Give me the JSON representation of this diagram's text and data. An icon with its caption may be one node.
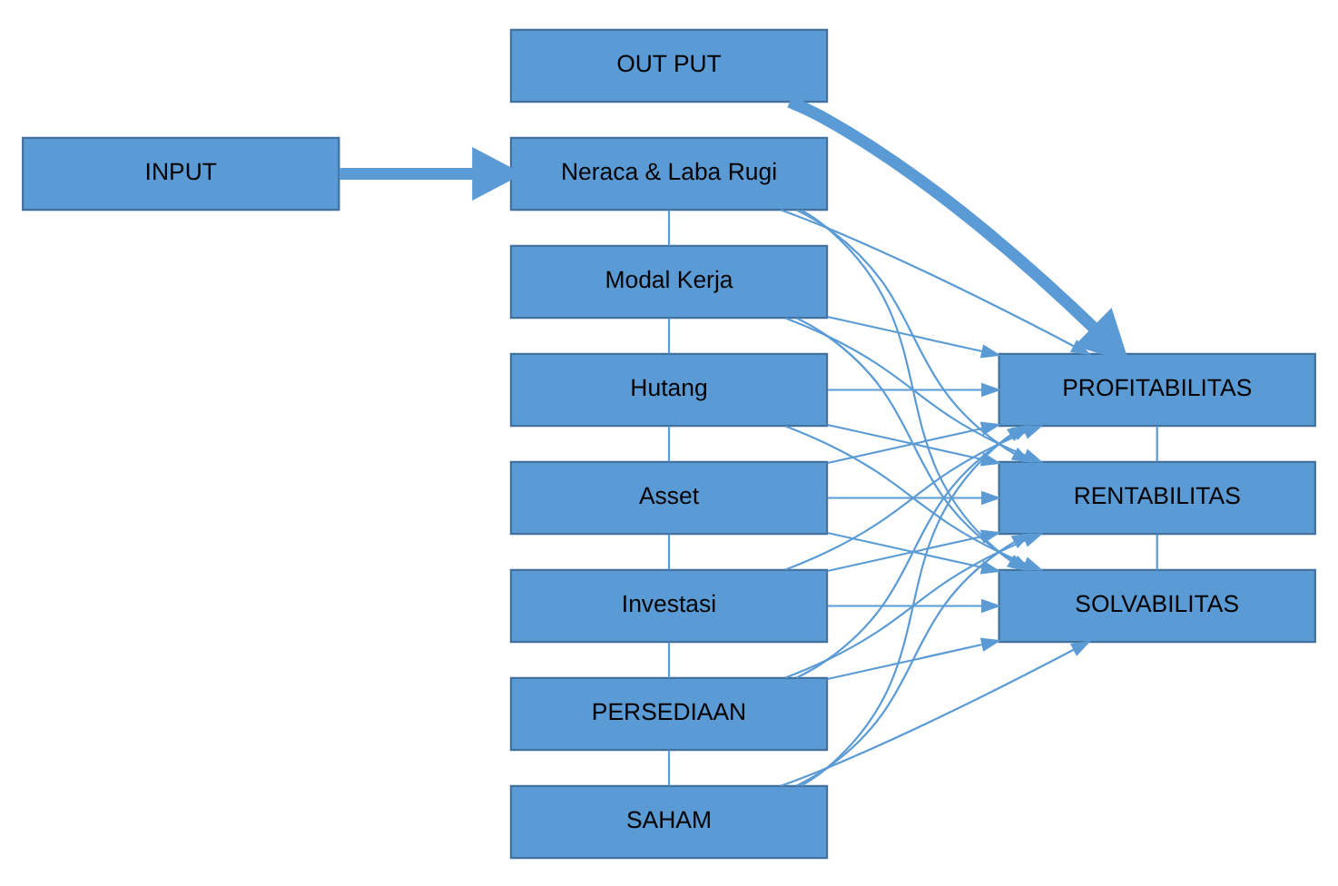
{
  "diagram": {
    "nodes": [
      {
        "text": [
          "INPUT"
        ]
      },
      {
        "text": [
          "Neraca & Laba Rugi"
        ]
      },
      {
        "text": [
          "Modal Kerja"
        ]
      },
      {
        "text": [
          "Hutang"
        ]
      },
      {
        "text": [
          "Asset"
        ]
      },
      {
        "text": [
          "Investasi"
        ]
      },
      {
        "text": [
          "PERSEDIAAN"
        ]
      },
      {
        "text": [
          "SAHAM"
        ]
      },
      {
        "text": [
          "OUT PUT"
        ]
      },
      {
        "text": [
          "PROFITABILITAS"
        ]
      },
      {
        "text": [
          "RENTABILITAS"
        ]
      },
      {
        "text": [
          "SOLVABILITAS"
        ]
      }
    ],
    "edges": [
      {
        "from": 0,
        "to": 1,
        "arrow": "to",
        "style": "thick"
      },
      {
        "from": 1,
        "to": 2,
        "arrow": "none"
      },
      {
        "from": 2,
        "to": 3,
        "arrow": "none"
      },
      {
        "from": 3,
        "to": 4,
        "arrow": "none"
      },
      {
        "from": 4,
        "to": 5,
        "arrow": "none"
      },
      {
        "from": 5,
        "to": 6,
        "arrow": "none"
      },
      {
        "from": 6,
        "to": 7,
        "arrow": "none"
      },
      {
        "from": 1,
        "to": 9,
        "arrow": "to"
      },
      {
        "from": 1,
        "to": 10,
        "arrow": "to"
      },
      {
        "from": 1,
        "to": 11,
        "arrow": "to"
      },
      {
        "from": 2,
        "to": 9,
        "arrow": "to"
      },
      {
        "from": 2,
        "to": 10,
        "arrow": "to"
      },
      {
        "from": 2,
        "to": 11,
        "arrow": "to"
      },
      {
        "from": 3,
        "to": 9,
        "arrow": "to"
      },
      {
        "from": 3,
        "to": 10,
        "arrow": "to"
      },
      {
        "from": 3,
        "to": 11,
        "arrow": "to"
      },
      {
        "from": 4,
        "to": 9,
        "arrow": "to"
      },
      {
        "from": 4,
        "to": 10,
        "arrow": "to"
      },
      {
        "from": 4,
        "to": 11,
        "arrow": "to"
      },
      {
        "from": 5,
        "to": 9,
        "arrow": "to"
      },
      {
        "from": 5,
        "to": 10,
        "arrow": "to"
      },
      {
        "from": 5,
        "to": 11,
        "arrow": "to"
      },
      {
        "from": 6,
        "to": 9,
        "arrow": "to"
      },
      {
        "from": 6,
        "to": 10,
        "arrow": "to"
      },
      {
        "from": 6,
        "to": 11,
        "arrow": "to"
      },
      {
        "from": 7,
        "to": 9,
        "arrow": "to"
      },
      {
        "from": 7,
        "to": 10,
        "arrow": "to"
      },
      {
        "from": 7,
        "to": 11,
        "arrow": "to"
      },
      {
        "from": 8,
        "to": 9,
        "arrow": "to",
        "style": "thick"
      },
      {
        "from": 9,
        "to": 10,
        "arrow": "none"
      },
      {
        "from": 10,
        "to": 11,
        "arrow": "none"
      }
    ]
  }
}
